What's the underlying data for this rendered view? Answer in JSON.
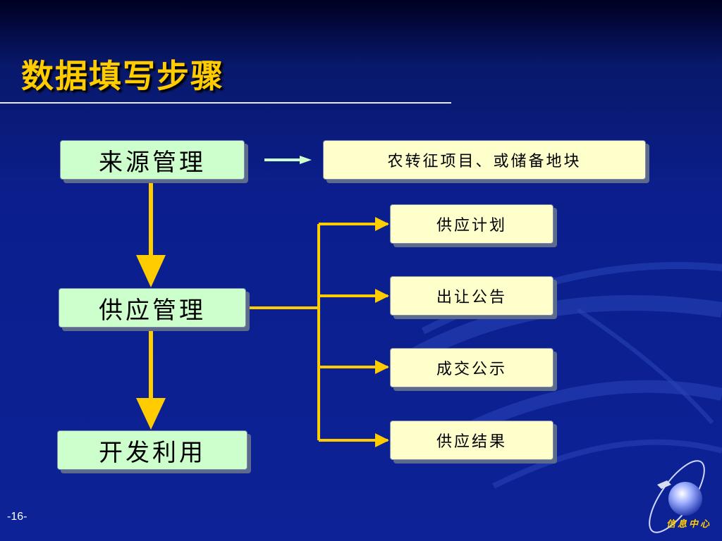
{
  "slide": {
    "title": "数据填写步骤",
    "page_number": "-16-",
    "logo_text": "信息中心"
  },
  "diagram": {
    "main_steps": [
      {
        "id": "source",
        "label": "来源管理"
      },
      {
        "id": "supply",
        "label": "供应管理"
      },
      {
        "id": "develop",
        "label": "开发利用"
      }
    ],
    "source_detail": {
      "label": "农转征项目、或储备地块"
    },
    "supply_substeps": [
      {
        "id": "plan",
        "label": "供应计划"
      },
      {
        "id": "notice",
        "label": "出让公告"
      },
      {
        "id": "publicity",
        "label": "成交公示"
      },
      {
        "id": "result",
        "label": "供应结果"
      }
    ],
    "edges": [
      {
        "from": "source",
        "to": "source_detail"
      },
      {
        "from": "source",
        "to": "supply"
      },
      {
        "from": "supply",
        "to": "develop"
      },
      {
        "from": "supply",
        "to": "plan"
      },
      {
        "from": "supply",
        "to": "notice"
      },
      {
        "from": "supply",
        "to": "publicity"
      },
      {
        "from": "supply",
        "to": "result"
      }
    ],
    "colors": {
      "background": "#0b1e8c",
      "title": "#ffcc00",
      "main_box": "#ccffcc",
      "sub_box": "#ffffcc",
      "connector": "#ffcc00"
    }
  }
}
